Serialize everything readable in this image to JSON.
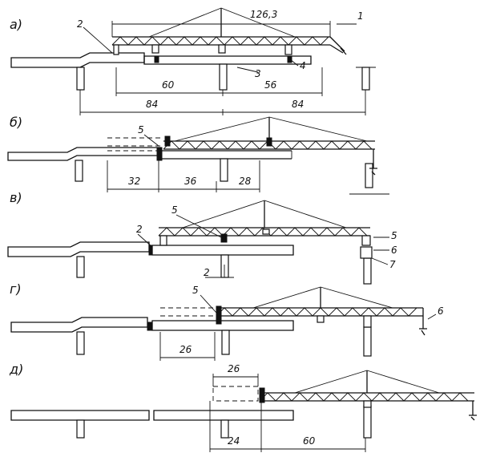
{
  "panels": [
    {
      "id": "a",
      "letter": "а)",
      "dims": [
        "126,3",
        "60",
        "56",
        "84",
        "84"
      ],
      "callouts": [
        "1",
        "2",
        "3",
        "4"
      ]
    },
    {
      "id": "b",
      "letter": "б)",
      "dims": [
        "32",
        "36",
        "28"
      ],
      "callouts": [
        "5"
      ]
    },
    {
      "id": "v",
      "letter": "в)",
      "dims": [
        "2"
      ],
      "callouts": [
        "2",
        "5",
        "5",
        "6",
        "7"
      ]
    },
    {
      "id": "g",
      "letter": "г)",
      "dims": [
        "26"
      ],
      "callouts": [
        "5",
        "6"
      ]
    },
    {
      "id": "d",
      "letter": "д)",
      "dims": [
        "26",
        "24",
        "60"
      ],
      "callouts": []
    }
  ]
}
